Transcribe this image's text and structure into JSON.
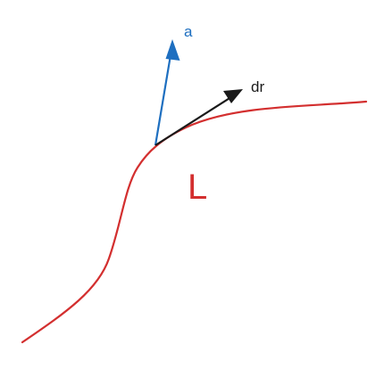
{
  "labels": {
    "curve": "L",
    "vector_a": "a",
    "vector_dr": "dr"
  },
  "colors": {
    "background": "#ffffff",
    "curve": "#d32f2f",
    "vector_a": "#1e6fc0",
    "vector_dr": "#1a1a1a"
  }
}
